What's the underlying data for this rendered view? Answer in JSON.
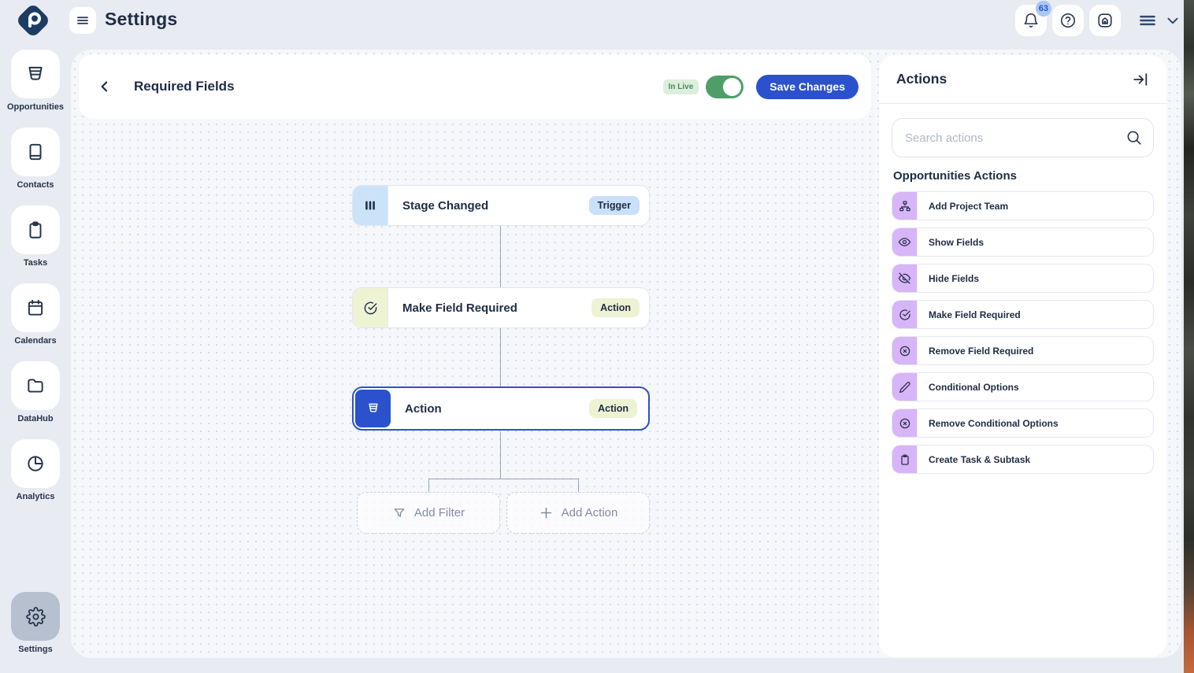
{
  "topbar": {
    "title": "Settings",
    "notification_count": "63"
  },
  "sidebar": {
    "items": [
      {
        "label": "Opportunities",
        "icon": "funnel-icon",
        "active": false
      },
      {
        "label": "Contacts",
        "icon": "book-icon",
        "active": false
      },
      {
        "label": "Tasks",
        "icon": "clipboard-icon",
        "active": false
      },
      {
        "label": "Calendars",
        "icon": "calendar-icon",
        "active": false
      },
      {
        "label": "DataHub",
        "icon": "folder-icon",
        "active": false
      },
      {
        "label": "Analytics",
        "icon": "pie-chart-icon",
        "active": false
      },
      {
        "label": "Settings",
        "icon": "gear-icon",
        "active": true
      }
    ]
  },
  "canvas": {
    "header": {
      "title": "Required Fields",
      "live_badge": "In Live",
      "live_toggle_on": true,
      "save_button": "Save Changes"
    },
    "nodes": [
      {
        "title": "Stage Changed",
        "badge": "Trigger",
        "icon": "columns-icon",
        "variant": "trigger",
        "selected": false
      },
      {
        "title": "Make Field Required",
        "badge": "Action",
        "icon": "check-circle-icon",
        "variant": "action",
        "selected": false
      },
      {
        "title": "Action",
        "badge": "Action",
        "icon": "funnel-icon",
        "variant": "action",
        "selected": true
      }
    ],
    "add_filter_button": "Add Filter",
    "add_action_button": "Add Action"
  },
  "actions_panel": {
    "title": "Actions",
    "search_placeholder": "Search actions",
    "section_title": "Opportunities Actions",
    "items": [
      {
        "label": "Add Project Team",
        "icon": "sitemap-icon"
      },
      {
        "label": "Show Fields",
        "icon": "eye-icon"
      },
      {
        "label": "Hide Fields",
        "icon": "eye-off-icon"
      },
      {
        "label": "Make Field Required",
        "icon": "check-circle-icon"
      },
      {
        "label": "Remove Field Required",
        "icon": "x-circle-icon"
      },
      {
        "label": "Conditional Options",
        "icon": "pencil-icon"
      },
      {
        "label": "Remove Conditional Options",
        "icon": "x-circle-icon"
      },
      {
        "label": "Create Task & Subtask",
        "icon": "clipboard-icon"
      }
    ]
  },
  "colors": {
    "accent_blue": "#2b52cc",
    "navy": "#1e2c44",
    "trigger_blue_bg": "#cbe3f8",
    "action_green_bg": "#eef3d4",
    "purple_icon_bg": "#d8b4f8",
    "toggle_green": "#4f9d68",
    "live_badge_bg": "#ddeedd",
    "live_badge_text": "#4c8a5f",
    "page_bg": "#e8ebf2",
    "canvas_bg": "#f5f7fb"
  }
}
